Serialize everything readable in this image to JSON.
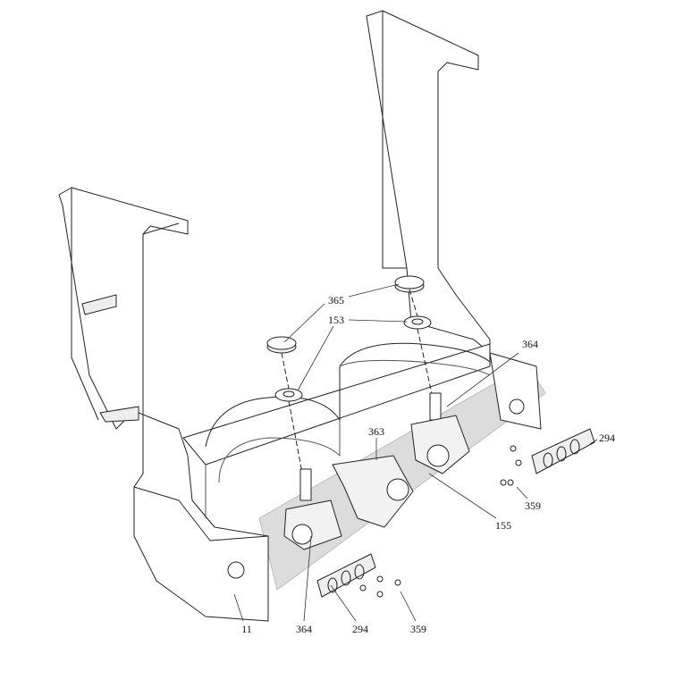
{
  "diagram": {
    "callouts": [
      {
        "id": "c365",
        "text": "365"
      },
      {
        "id": "c153",
        "text": "153"
      },
      {
        "id": "c364a",
        "text": "364"
      },
      {
        "id": "c363",
        "text": "363"
      },
      {
        "id": "c294a",
        "text": "294"
      },
      {
        "id": "c359a",
        "text": "359"
      },
      {
        "id": "c155",
        "text": "155"
      },
      {
        "id": "c11",
        "text": "11"
      },
      {
        "id": "c364b",
        "text": "364"
      },
      {
        "id": "c294b",
        "text": "294"
      },
      {
        "id": "c359b",
        "text": "359"
      }
    ],
    "colors": {
      "line": "#222222",
      "shade": "#e6e6e6",
      "bar": "#d9d9d9"
    }
  }
}
